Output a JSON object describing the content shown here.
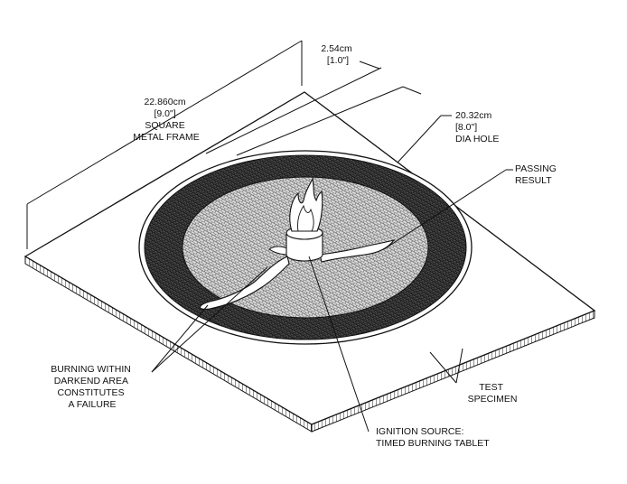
{
  "colors": {
    "line": "#111111",
    "dark_ring": "#3a3a3a",
    "mesh_fill": "#d9d9d9",
    "background": "#ffffff"
  },
  "labels": {
    "frame_size": [
      "22.860cm",
      "[9.0\"]",
      "SQUARE",
      "METAL FRAME"
    ],
    "border_width": [
      "2.54cm",
      "[1.0\"]"
    ],
    "hole_diameter": [
      "20.32cm",
      "[8.0\"]",
      "DIA HOLE"
    ],
    "passing": [
      "PASSING",
      "RESULT"
    ],
    "failure": [
      "BURNING WITHIN",
      "DARKEND AREA",
      "CONSTITUTES",
      "A FAILURE"
    ],
    "specimen": [
      "TEST",
      "SPECIMEN"
    ],
    "ignition": [
      "IGNITION SOURCE:",
      "TIMED BURNING TABLET"
    ]
  }
}
